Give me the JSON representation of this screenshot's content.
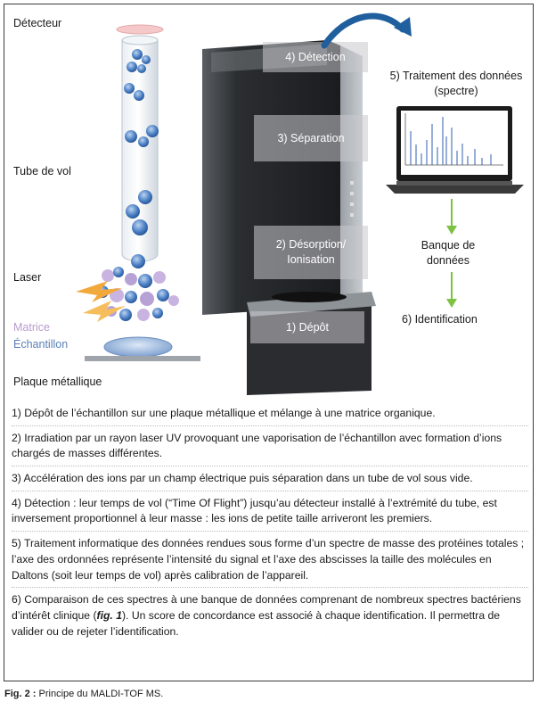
{
  "labels": {
    "detecteur": "Détecteur",
    "tube_de_vol": "Tube de vol",
    "laser": "Laser",
    "matrice": "Matrice",
    "echantillon": "Échantillon",
    "plaque": "Plaque métallique",
    "traitement": "5) Traitement des données (spectre)",
    "banque": "Banque de données",
    "identification": "6) Identification"
  },
  "machine_steps": {
    "detection": "4) Détection",
    "separation": "3) Séparation",
    "desorption": "2) Désorption/ Ionisation",
    "depot": "1) Dépôt"
  },
  "paragraphs": [
    "1) Dépôt de l’échantillon sur une plaque métallique et mélange à une matrice organique.",
    "2) Irradiation par un rayon laser UV provoquant une vaporisation de l’échantillon avec formation d’ions chargés de masses différentes.",
    "3) Accélération des ions par un champ électrique puis séparation dans un tube de vol sous vide.",
    "4) Détection : leur temps de vol (“Time Of Flight”) jusqu’au détecteur installé à l’extrémité du tube, est inversement proportionnel à leur masse : les ions de petite taille arriveront les premiers.",
    "5) Traitement informatique des données rendues sous forme d’un spectre de masse des protéines totales ; l’axe des ordonnées représente l’intensité du signal et l’axe des abscisses la taille des molécules en Daltons (soit leur temps de vol) après calibration de l’appareil."
  ],
  "paragraph6": {
    "before": "6) Comparaison de ces spectres à une banque de données comprenant de nombreux spectres bactériens d’intérêt clinique (",
    "fig": "fig. 1",
    "after": "). Un score de concordance est associé à chaque identification. Il permettra de valider ou de rejeter l’identification."
  },
  "caption": {
    "prefix": "Fig. 2 :",
    "text": " Principe du MALDI-TOF MS."
  },
  "colors": {
    "arrow_blue": "#1f5f9e",
    "arrow_green": "#7dc242",
    "ion_blue": "#3d6fb5",
    "laser_orange": "#f2a93b"
  }
}
